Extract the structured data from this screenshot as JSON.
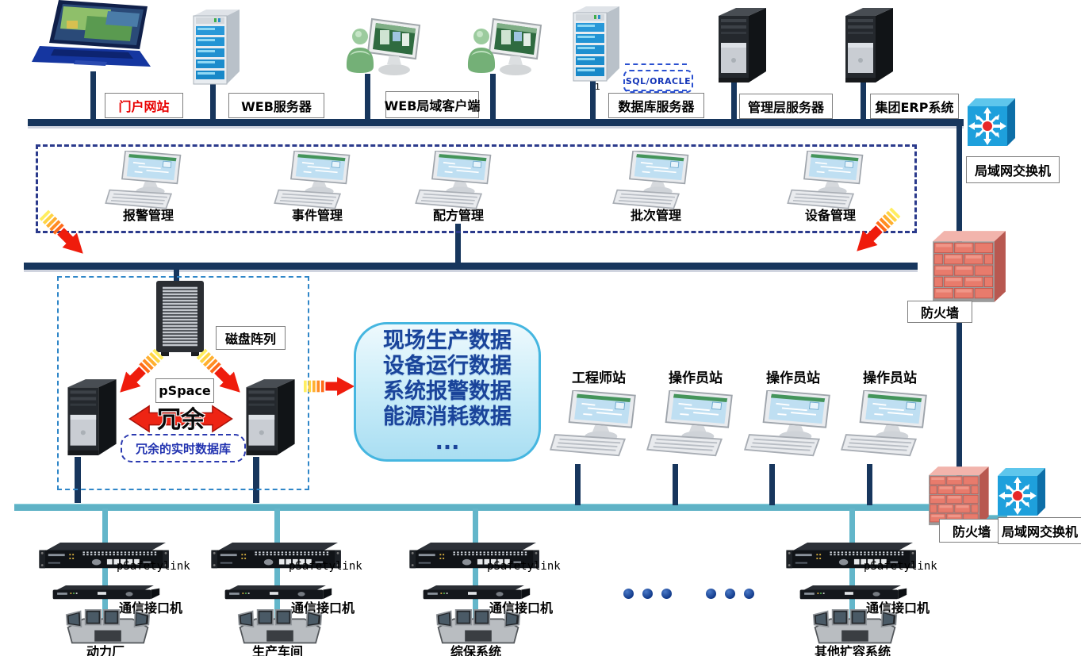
{
  "colors": {
    "bus_navy": "#17365d",
    "bus_teal": "#5fb2c6",
    "portal_red": "#e80000",
    "cloud_text_blue": "#1a449a",
    "dashed_navy_box": "#2b3a8c",
    "dashed_blue_box": "#2f86c8"
  },
  "top": {
    "portal": "门户网站",
    "web_server": "WEB服务器",
    "web_clients": "WEB局域客户端",
    "db_server": "数据库服务器",
    "db_tag": "SQL/ORACLE",
    "db_digit": "1",
    "mgmt_server": "管理层服务器",
    "erp": "集团ERP系统",
    "lan_switch": "局域网交换机"
  },
  "mes": {
    "items": [
      {
        "label": "报警管理"
      },
      {
        "label": "事件管理"
      },
      {
        "label": "配方管理"
      },
      {
        "label": "批次管理"
      },
      {
        "label": "设备管理"
      }
    ]
  },
  "firewall_upper": "防火墙",
  "storage": {
    "disk_array": "磁盘阵列",
    "pspace": "pSpace",
    "redundancy": "冗余",
    "redundant_db": "冗余的实时数据库"
  },
  "cloud": {
    "line1": "现场生产数据",
    "line2": "设备运行数据",
    "line3": "系统报警数据",
    "line4": "能源消耗数据",
    "line5": "..."
  },
  "stations": [
    {
      "label": "工程师站"
    },
    {
      "label": "操作员站"
    },
    {
      "label": "操作员站"
    },
    {
      "label": "操作员站"
    }
  ],
  "bottom": {
    "firewall": "防火墙",
    "lan_switch": "局域网交换机",
    "groups": [
      {
        "gateway": "pSafetylink",
        "interface": "通信接口机",
        "name": "动力厂"
      },
      {
        "gateway": "pSafetylink",
        "interface": "通信接口机",
        "name": "生产车间"
      },
      {
        "gateway": "pSafetylink",
        "interface": "通信接口机",
        "name": "综保系统"
      },
      {
        "gateway": "pSafetylink",
        "interface": "通信接口机",
        "name": "其他扩容系统"
      }
    ]
  }
}
